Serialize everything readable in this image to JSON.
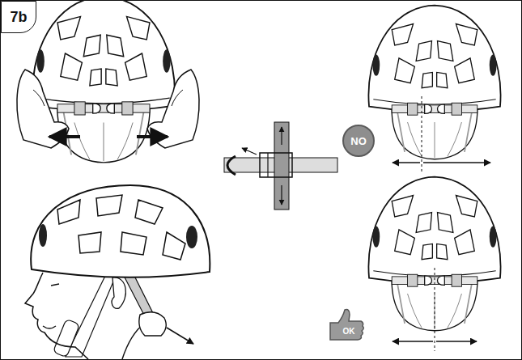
{
  "diagram": {
    "nodes": [
      {
        "text": [
          "7b"
        ]
      },
      {
        "text": [
          "NO"
        ]
      },
      {
        "text": [
          "OK"
        ]
      }
    ]
  }
}
